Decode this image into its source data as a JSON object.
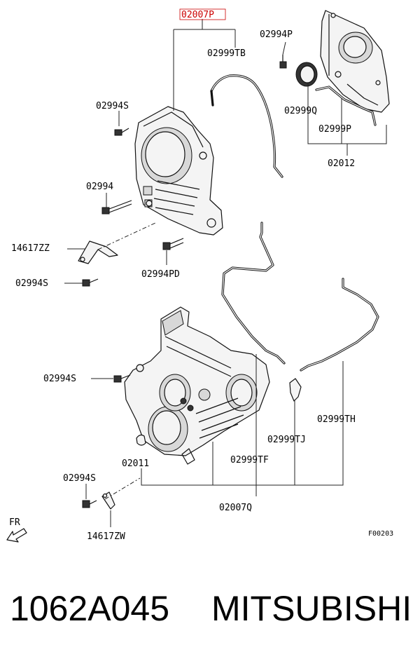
{
  "diagram": {
    "highlighted_part": "02007P",
    "labels": {
      "p02007P": "02007P",
      "p02999TB": "02999TB",
      "p02994P": "02994P",
      "p02994S_top": "02994S",
      "p02999Q": "02999Q",
      "p02999P": "02999P",
      "p02012": "02012",
      "p02994": "02994",
      "p14617ZZ": "14617ZZ",
      "p02994S_mid": "02994S",
      "p02994PD": "02994PD",
      "p02994S_lower": "02994S",
      "p02999TH": "02999TH",
      "p02999TJ": "02999TJ",
      "p02011": "02011",
      "p02999TF": "02999TF",
      "p02994S_bottom": "02994S",
      "p02007Q": "02007Q",
      "p14617ZW": "14617ZW",
      "fr": "FR",
      "figure_code": "F00203"
    }
  },
  "footer": {
    "part_number": "1062A045",
    "brand": "MITSUBISHI"
  }
}
